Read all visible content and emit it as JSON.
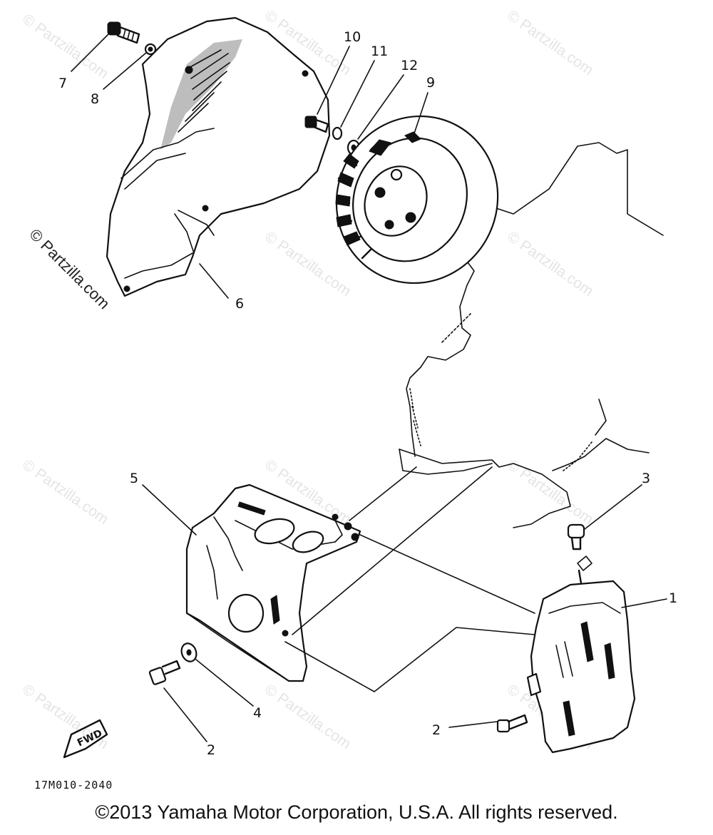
{
  "diagram": {
    "callouts": {
      "c1": "1",
      "c2a": "2",
      "c2b": "2",
      "c3": "3",
      "c4": "4",
      "c5": "5",
      "c6": "6",
      "c7": "7",
      "c8": "8",
      "c9": "9",
      "c10": "10",
      "c11": "11",
      "c12": "12"
    },
    "fwd_label": "FWD",
    "part_code": "17M010-2040"
  },
  "watermark": "© Partzilla.com",
  "copyright": "©2013 Yamaha Motor Corporation, U.S.A. All rights reserved."
}
